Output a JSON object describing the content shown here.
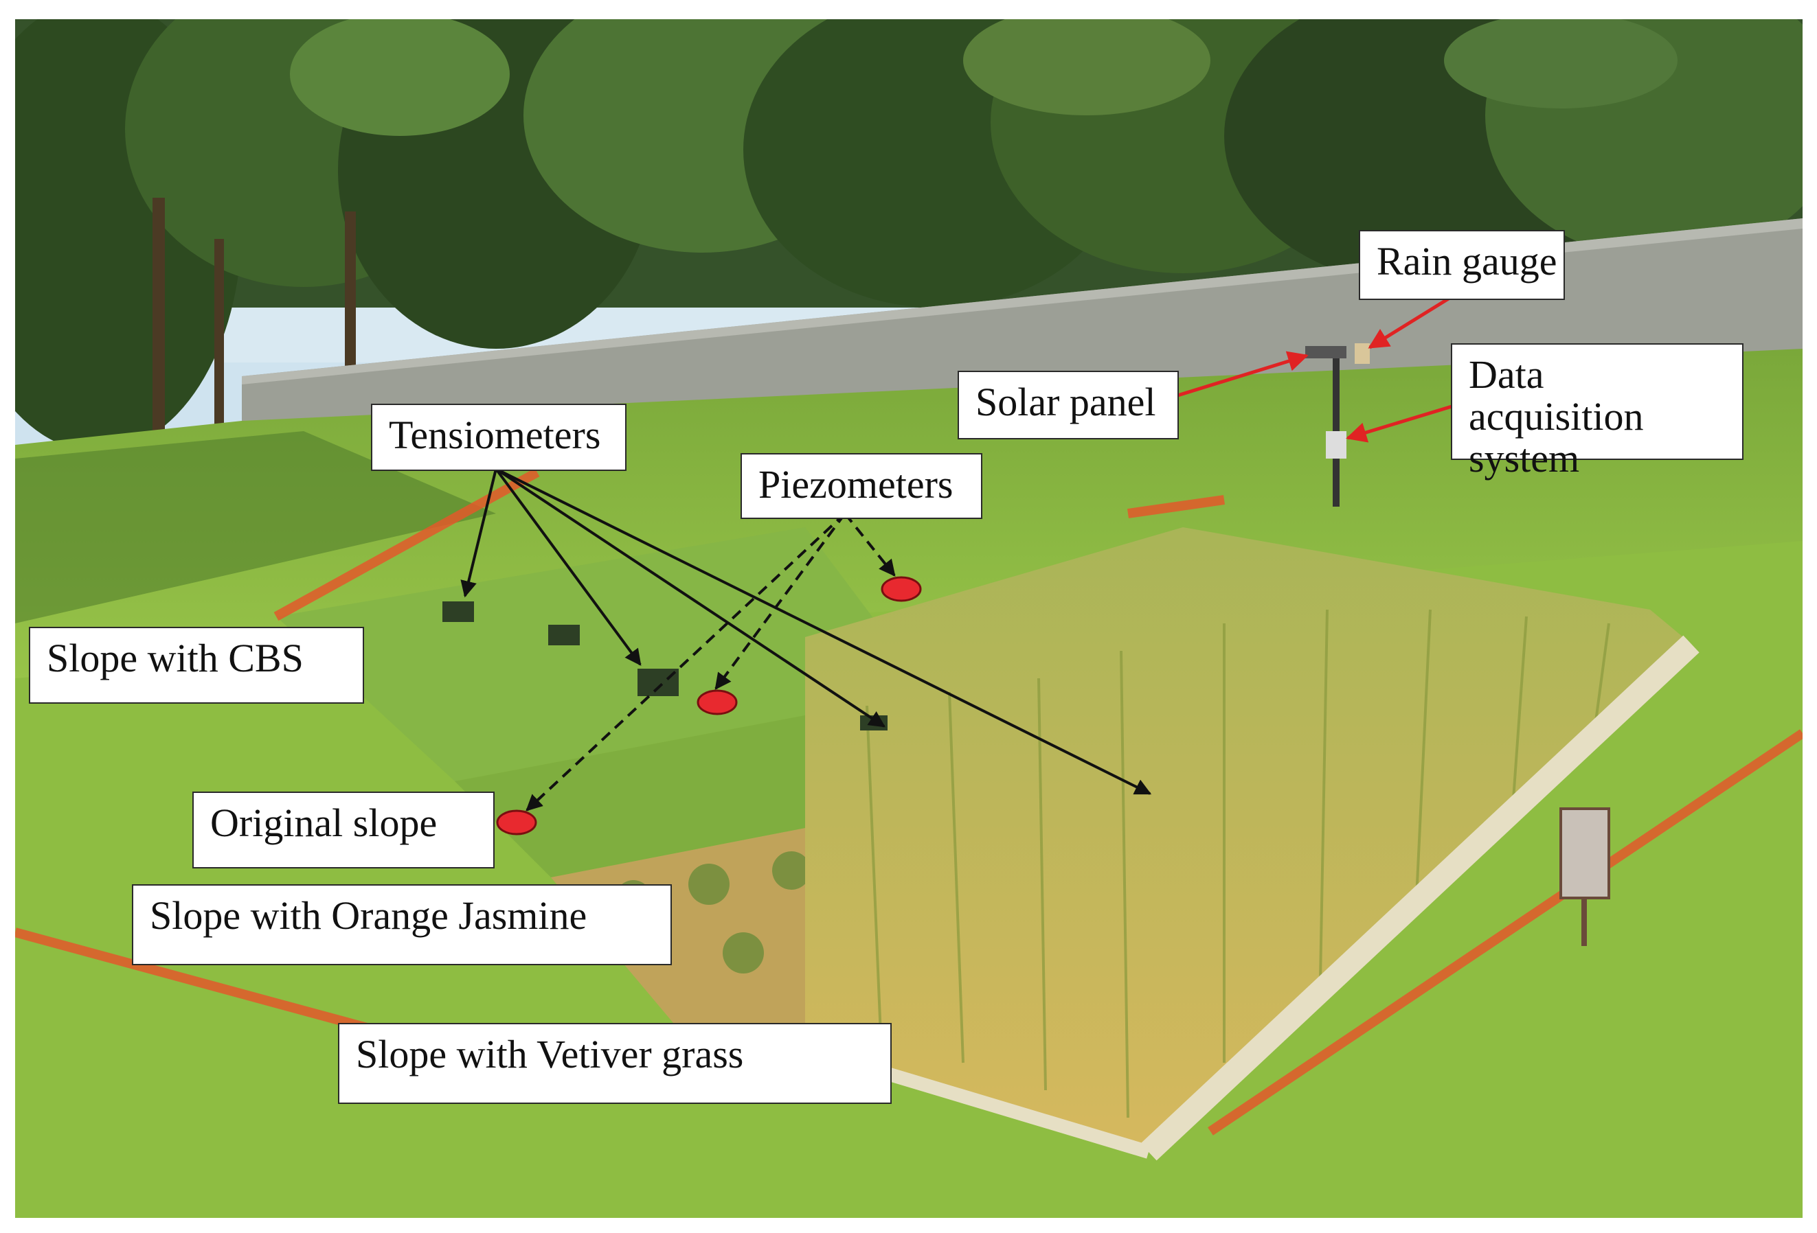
{
  "labels": {
    "rain_gauge": "Rain gauge",
    "solar_panel": "Solar panel",
    "data_acquisition": "Data acquisition system",
    "tensiometers": "Tensiometers",
    "piezometers": "Piezometers",
    "slope_cbs": "Slope with CBS",
    "original_slope": "Original slope",
    "slope_orange_jasmine": "Slope with Orange Jasmine",
    "slope_vetiver": "Slope with Vetiver grass"
  },
  "colors": {
    "sky": "#cfe3ef",
    "tree_canopy": "#2f4a22",
    "wall": "#9b9e95",
    "grass": "#8fbf3e",
    "vetiver": "#b9b25a",
    "soil": "#c98a4a",
    "fence": "#e2592a",
    "piezometer_marker": "#e8292f",
    "annotation_arrow": "#111111",
    "equipment_arrow": "#e02323"
  }
}
